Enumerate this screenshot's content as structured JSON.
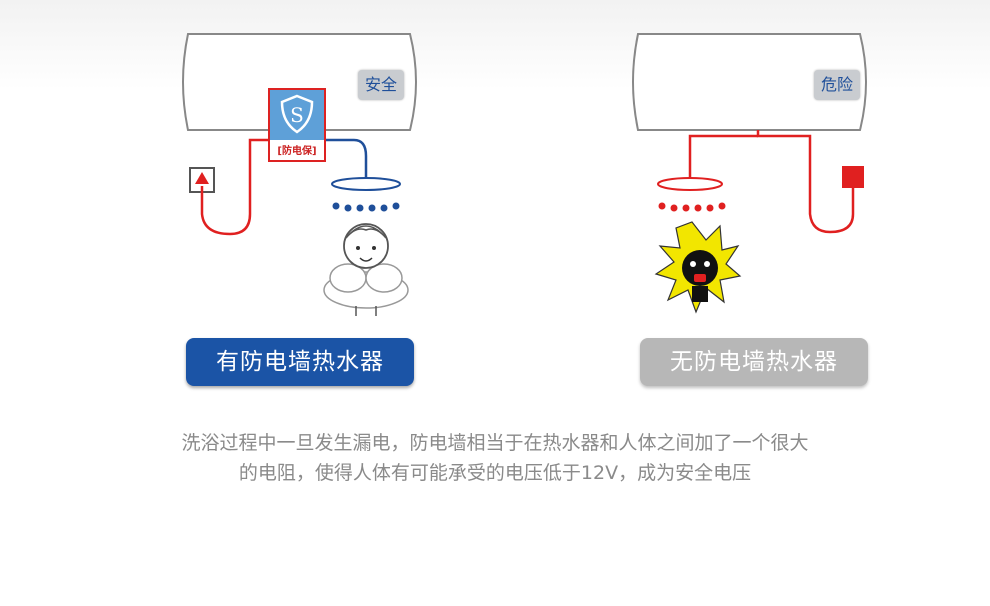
{
  "left": {
    "tag": "安全",
    "shield_letter": "S",
    "shield_brand": "[防电保]",
    "button": "有防电墙热水器",
    "colors": {
      "accent": "#1b54a6",
      "hot": "#e02020",
      "cold": "#1f4f9a"
    }
  },
  "right": {
    "tag": "危险",
    "button": "无防电墙热水器",
    "colors": {
      "accent": "#b7b7b7",
      "hot": "#e02020",
      "shock": "#f2e600"
    }
  },
  "caption": {
    "line1": "洗浴过程中一旦发生漏电，防电墙相当于在热水器和人体之间加了一个很大",
    "line2": "的电阻，使得人体有可能承受的电压低于12V，成为安全电压"
  }
}
